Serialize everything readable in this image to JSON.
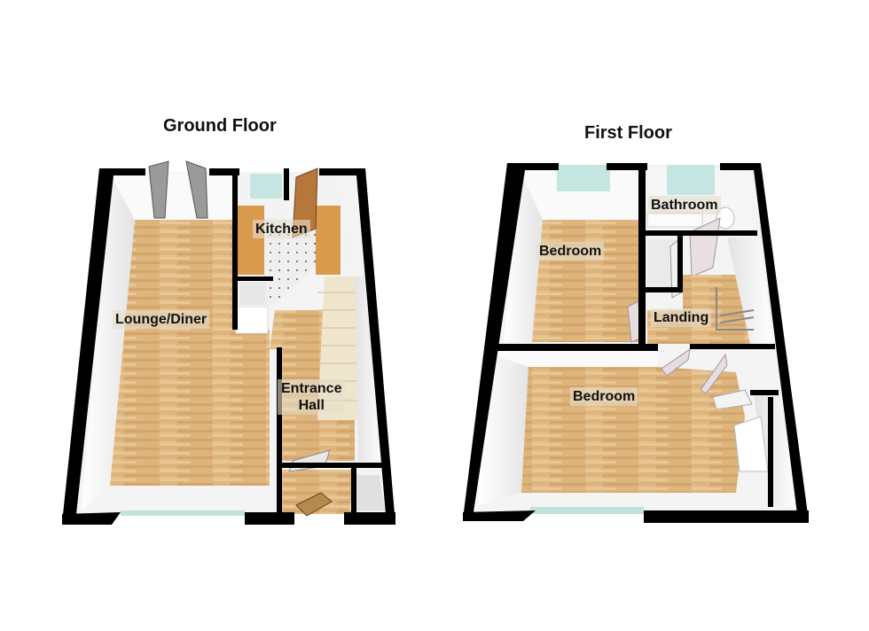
{
  "floors": [
    {
      "title": "Ground Floor",
      "rooms": [
        {
          "name": "Kitchen"
        },
        {
          "name": "Lounge/Diner"
        },
        {
          "name": "Entrance",
          "name2": "Hall"
        }
      ]
    },
    {
      "title": "First Floor",
      "rooms": [
        {
          "name": "Bathroom"
        },
        {
          "name": "Bedroom"
        },
        {
          "name": "Landing"
        },
        {
          "name": "Bedroom"
        }
      ]
    }
  ],
  "colors": {
    "wall": "#000000",
    "floor_wood": "#dcb27a",
    "inner_wall": "#f2f2f2",
    "window": "#bfe3dc",
    "kitchen_counter": "#d99a4e",
    "kitchen_tile": "#eeeeee"
  }
}
